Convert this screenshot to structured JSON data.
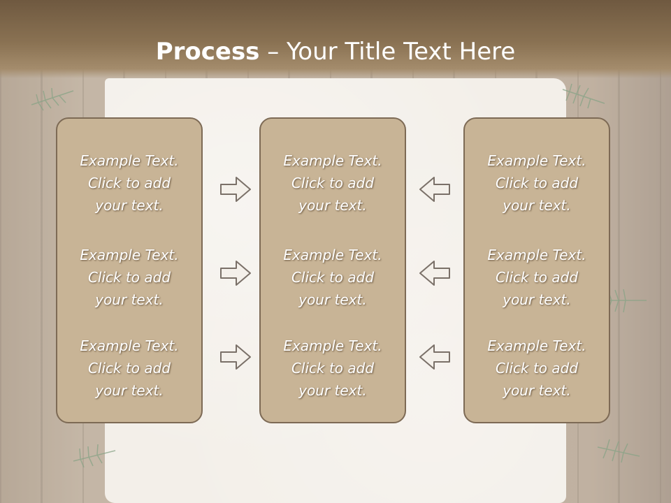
{
  "title": {
    "bold": "Process",
    "rest": " – Your Title Text Here"
  },
  "columns": [
    {
      "items": [
        "Example Text.\nClick  to add\nyour text.",
        "Example Text.\nClick  to add\nyour text.",
        "Example Text.\nClick  to add\nyour text."
      ]
    },
    {
      "items": [
        "Example Text.\nClick  to add\nyour text.",
        "Example Text.\nClick  to add\nyour text.",
        "Example Text.\nClick  to add\nyour text."
      ]
    },
    {
      "items": [
        "Example Text.\nClick  to add\nyour text.",
        "Example Text.\nClick  to add\nyour text.",
        "Example Text.\nClick  to add\nyour text."
      ]
    }
  ],
  "arrows": {
    "left_group": [
      "arrow-right-icon",
      "arrow-right-icon",
      "arrow-right-icon"
    ],
    "right_group": [
      "arrow-left-icon",
      "arrow-left-icon",
      "arrow-left-icon"
    ]
  },
  "colors": {
    "title_bar": "#8a7253",
    "box_fill": "#c8b496",
    "box_border": "#7d6a55",
    "text": "#ffffff"
  }
}
